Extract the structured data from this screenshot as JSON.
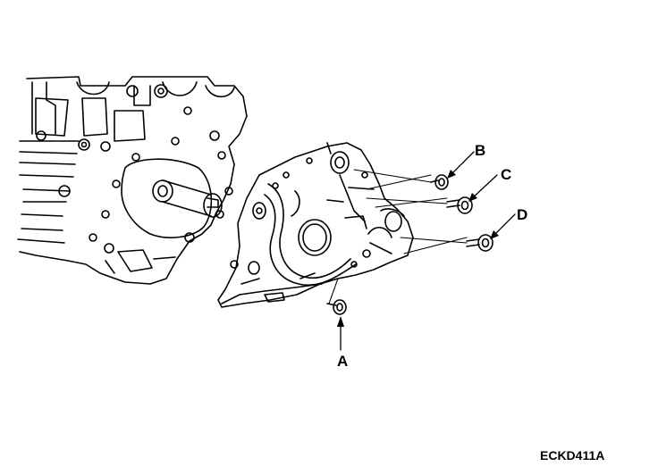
{
  "labels": {
    "a": "A",
    "b": "B",
    "c": "C",
    "d": "D"
  },
  "figure_code": "ECKD411A",
  "colors": {
    "ink": "#000000",
    "paper": "#ffffff"
  }
}
